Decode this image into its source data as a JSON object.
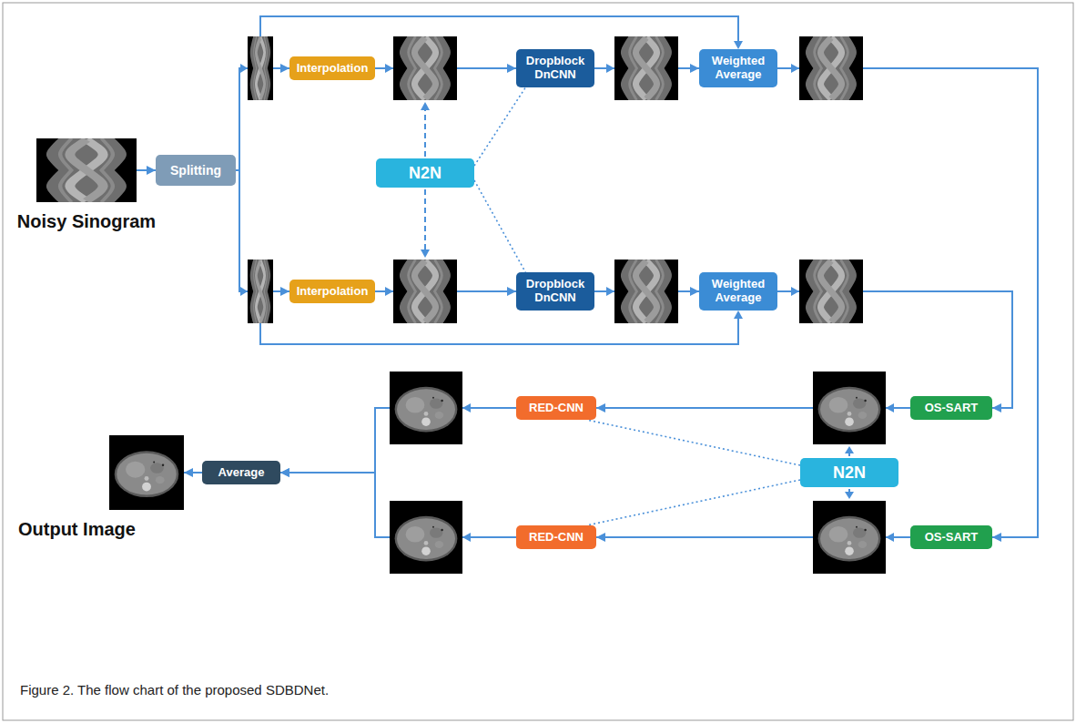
{
  "diagram": {
    "caption": "Figure 2. The flow chart of the proposed SDBDNet.",
    "nodes": [
      {
        "text": [
          "Noisy Sinogram"
        ]
      },
      {
        "text": [
          "Splitting"
        ]
      },
      {
        "text": [
          "Interpolation"
        ]
      },
      {
        "text": [
          "Dropblock DnCNN"
        ]
      },
      {
        "text": [
          "Weighted Average"
        ]
      },
      {
        "text": [
          "N2N"
        ]
      },
      {
        "text": [
          "Interpolation"
        ]
      },
      {
        "text": [
          "Dropblock DnCNN"
        ]
      },
      {
        "text": [
          "Weighted Average"
        ]
      },
      {
        "text": [
          "OS-SART"
        ]
      },
      {
        "text": [
          "RED-CNN"
        ]
      },
      {
        "text": [
          "N2N"
        ]
      },
      {
        "text": [
          "OS-SART"
        ]
      },
      {
        "text": [
          "RED-CNN"
        ]
      },
      {
        "text": [
          "Average"
        ]
      },
      {
        "text": [
          "Output Image"
        ]
      }
    ],
    "edges": [
      {
        "from": 0,
        "to": 1,
        "arrow": "to"
      },
      {
        "from": 1,
        "to": 2,
        "arrow": "to"
      },
      {
        "from": 1,
        "to": 6,
        "arrow": "to"
      },
      {
        "from": 2,
        "to": 3,
        "arrow": "to"
      },
      {
        "from": 3,
        "to": 4,
        "arrow": "to"
      },
      {
        "from": 6,
        "to": 7,
        "arrow": "to"
      },
      {
        "from": 7,
        "to": 8,
        "arrow": "to"
      },
      {
        "from": 5,
        "to": 3,
        "arrow": "none"
      },
      {
        "from": 5,
        "to": 7,
        "arrow": "none"
      },
      {
        "from": 4,
        "to": 12,
        "arrow": "to"
      },
      {
        "from": 8,
        "to": 9,
        "arrow": "to"
      },
      {
        "from": 9,
        "to": 10,
        "arrow": "to"
      },
      {
        "from": 12,
        "to": 13,
        "arrow": "to"
      },
      {
        "from": 11,
        "to": 10,
        "arrow": "none"
      },
      {
        "from": 11,
        "to": 13,
        "arrow": "none"
      },
      {
        "from": 10,
        "to": 14,
        "arrow": "to"
      },
      {
        "from": 13,
        "to": 14,
        "arrow": "to"
      },
      {
        "from": 14,
        "to": 15,
        "arrow": "to"
      }
    ]
  }
}
